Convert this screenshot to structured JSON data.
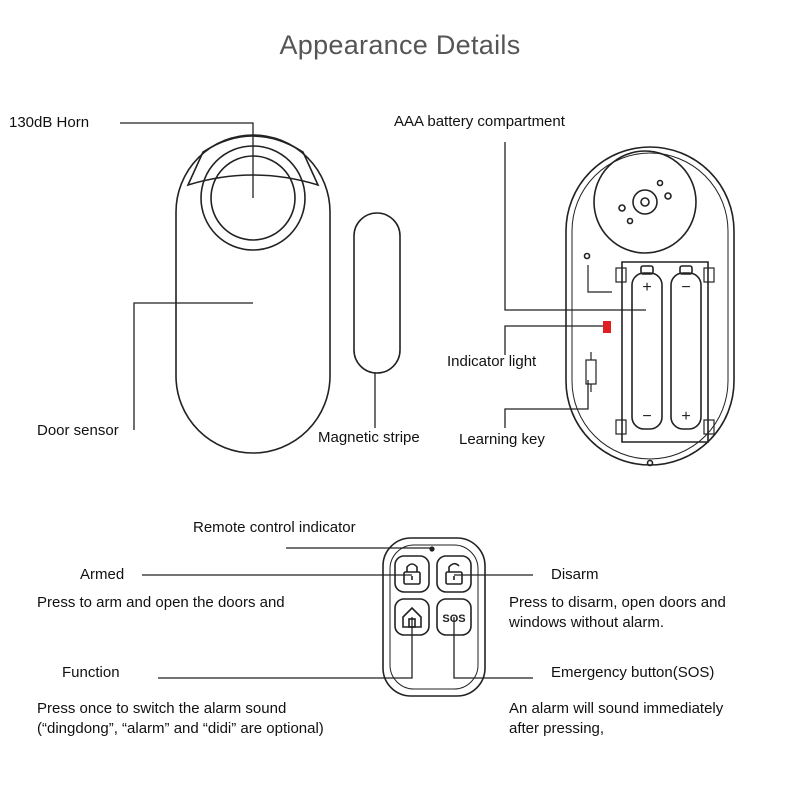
{
  "title": "Appearance Details",
  "labels": {
    "horn": "130dB Horn",
    "door_sensor": "Door sensor",
    "magnetic_stripe": "Magnetic stripe",
    "battery": "AAA battery compartment",
    "indicator_light": "Indicator light",
    "learning_key": "Learning key",
    "remote_indicator": "Remote control indicator"
  },
  "remote": {
    "armed": {
      "label": "Armed",
      "desc": "Press to arm and open the doors and"
    },
    "disarm": {
      "label": "Disarm",
      "desc_line1": "Press to disarm, open doors and",
      "desc_line2": "windows without alarm."
    },
    "function": {
      "label": "Function",
      "desc_line1": "Press once to switch the alarm sound",
      "desc_line2": "(“dingdong”, “alarm” and “didi” are optional)"
    },
    "sos": {
      "label": "Emergency button(SOS)",
      "desc_line1": "An alarm will sound immediately",
      "desc_line2": "after pressing,",
      "button_text": "SOS"
    }
  },
  "battery_marks": {
    "plus": "+",
    "minus": "−"
  },
  "colors": {
    "indicator_led": "#e02020",
    "outline": "#222222",
    "title": "#555555"
  }
}
